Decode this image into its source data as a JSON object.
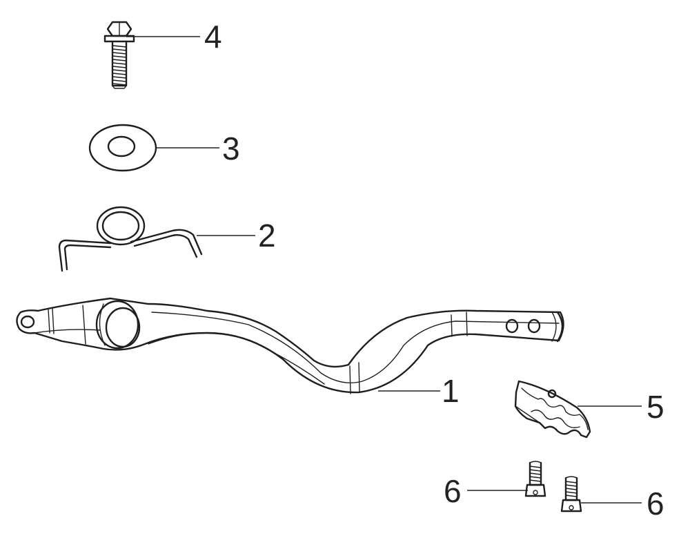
{
  "callouts": [
    {
      "id": "lever",
      "label": "1"
    },
    {
      "id": "spring",
      "label": "2"
    },
    {
      "id": "washer",
      "label": "3"
    },
    {
      "id": "flange-bolt",
      "label": "4"
    },
    {
      "id": "tread-plate",
      "label": "5"
    },
    {
      "id": "screw-left",
      "label": "6"
    },
    {
      "id": "screw-right",
      "label": "6"
    }
  ],
  "colors": {
    "line": "#1e1e1e",
    "text": "#222222",
    "background": "#ffffff"
  }
}
